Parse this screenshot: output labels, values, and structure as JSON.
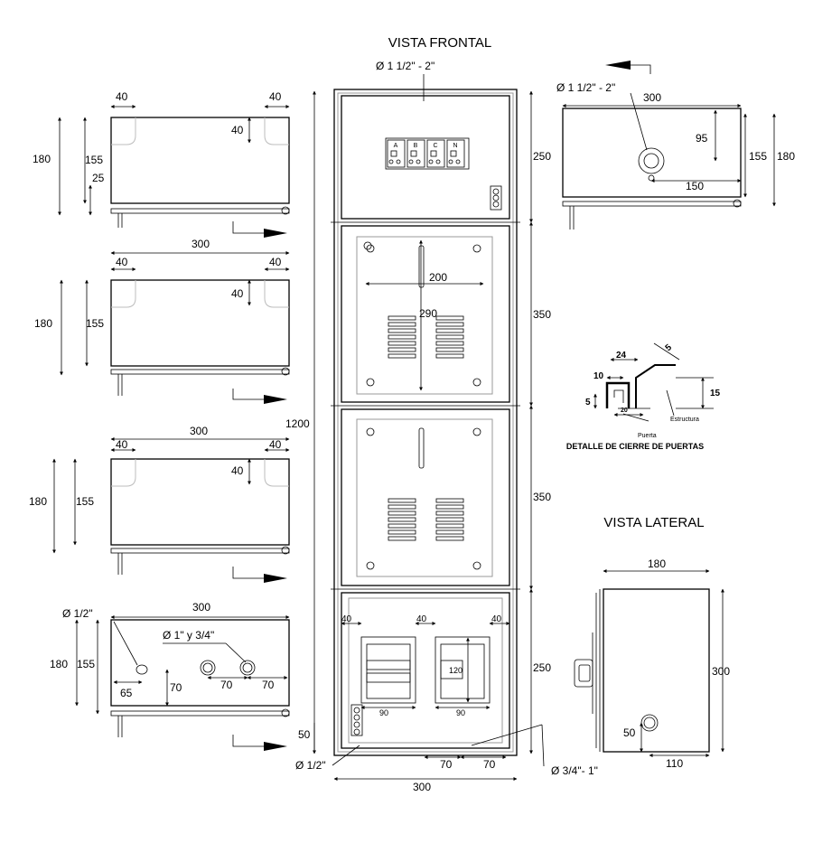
{
  "titles": {
    "front_view": "VISTA FRONTAL",
    "side_view": "VISTA LATERAL",
    "door_detail": "DETALLE DE CIERRE DE PUERTAS"
  },
  "front_view": {
    "top_conduit": "Ø 1 1/2\" - 2\"",
    "overall_height": "1200",
    "overall_width": "300",
    "section_heights": [
      "250",
      "350",
      "350",
      "250"
    ],
    "window_width": "200",
    "window_height": "290",
    "bottom_dims": {
      "offset_40_left": "40",
      "offset_40_mid": "40",
      "offset_40_right": "40",
      "meter_height": "120",
      "meter_width_left": "90",
      "meter_width_right": "90",
      "base_50": "50",
      "hole_70_left": "70",
      "hole_70_right": "70"
    },
    "breaker_labels": [
      "A",
      "B",
      "C",
      "N"
    ],
    "conduit_left": "Ø 1/2\"",
    "conduit_right": "Ø 3/4\"- 1\""
  },
  "top_right_view": {
    "conduit": "Ø 1 1/2\" - 2\"",
    "width": "300",
    "offset_95": "95",
    "offset_150": "150",
    "depth_155": "155",
    "depth_180": "180"
  },
  "left_views": [
    {
      "width_label": "",
      "left_40": "40",
      "right_40": "40",
      "inner_40": "40",
      "h180": "180",
      "h155": "155",
      "h25": "25"
    },
    {
      "width_label": "300",
      "left_40": "40",
      "right_40": "40",
      "inner_40": "40",
      "h180": "180",
      "h155": "155"
    },
    {
      "width_label": "300",
      "left_40": "40",
      "right_40": "40",
      "inner_40": "40",
      "h180": "180",
      "h155": "155"
    },
    {
      "width_label": "300",
      "conduit_small": "Ø 1/2\"",
      "conduit_large": "Ø 1\" y 3/4\"",
      "h180": "180",
      "h155": "155",
      "d65": "65",
      "d70_a": "70",
      "d70_b": "70",
      "d70_c": "70"
    }
  ],
  "door_detail": {
    "d24": "24",
    "d5_top": "5",
    "d10": "10",
    "d5_left": "5",
    "d15": "15",
    "d20": "20",
    "label_puerta": "Puerta",
    "label_estructura": "Estructura"
  },
  "side_view": {
    "width": "180",
    "height": "300",
    "hole_offset_50": "50",
    "hole_offset_110": "110"
  }
}
